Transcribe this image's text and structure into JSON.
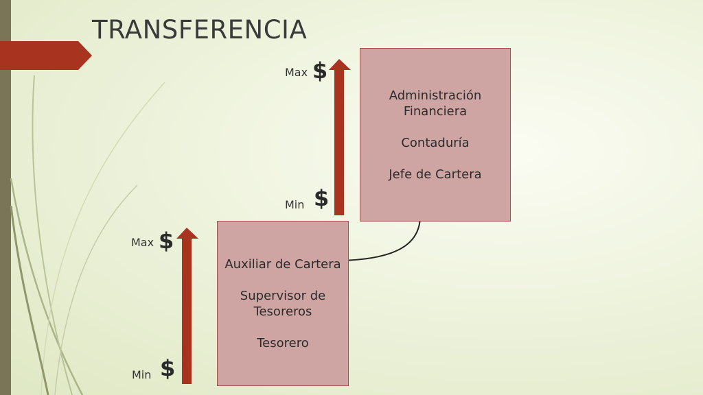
{
  "slide": {
    "title": "TRANSFERENCIA"
  },
  "top_group": {
    "max_label": "Max",
    "min_label": "Min",
    "currency_symbol": "$",
    "box_lines": [
      "Administración",
      "Financiera",
      "Contaduría",
      "Jefe de Cartera"
    ]
  },
  "bottom_group": {
    "max_label": "Max",
    "min_label": "Min",
    "currency_symbol": "$",
    "box_lines": [
      "Auxiliar de Cartera",
      "Supervisor de",
      "Tesoreros",
      "Tesorero"
    ]
  },
  "colors": {
    "accent": "#a8341f",
    "box_fill": "#cfa5a3",
    "box_border": "#a0524c",
    "sidebar": "#7a7557",
    "connector": "#222222"
  }
}
